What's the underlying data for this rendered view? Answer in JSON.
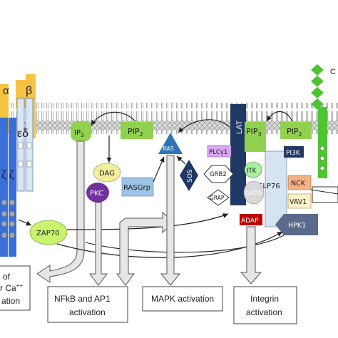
{
  "receptor": {
    "alpha": "α",
    "beta": "β",
    "epsilon_delta": "εδ",
    "zeta_chains": "ζ ζ",
    "cd_partial": "C"
  },
  "membrane_molecules": {
    "ip3": "IP",
    "ip3_sub": "3",
    "pip2_left": "PIP",
    "pip2_left_sub": "2",
    "pip3": "PIP",
    "pip3_sub": "3",
    "pip2_right": "PIP",
    "pip2_right_sub": "2",
    "lat": "LAT"
  },
  "nodes": {
    "dag": "DAG",
    "pkc": "PKC",
    "rasgrp": "RASGrp",
    "ras": "RAS",
    "sos": "SOS",
    "plcg1": "PLCγ1",
    "grb2": "GRB2",
    "grap": "GRAP",
    "itk": "ITK",
    "gads": "GADS",
    "slp76": "SLP76",
    "pi3k": "PI3K",
    "nck": "NCK",
    "vav1": "VAV1",
    "adap": "ADAP",
    "hpk1": "HPK1",
    "zap70": "ZAP70"
  },
  "outputs": {
    "calcium_line1": "of",
    "calcium_line2": "r Ca",
    "calcium_sup": "++",
    "calcium_line3": "ation",
    "nfkb_line1": "NFkB and AP1",
    "nfkb_line2": "activation",
    "mapk": "MAPK activation",
    "integrin_line1": "Integrin",
    "integrin_line2": "activation"
  },
  "colors": {
    "membrane_head": "#c8c8c8",
    "membrane_tail": "#9a9a9a",
    "tcr_alpha": "#f6c343",
    "tcr_blue": "#3b6fd8",
    "cd3_pale": "#d9e6f5",
    "cd_green": "#4fc433",
    "lat_navy": "#1f3864",
    "node_yellow": "#f3ee9a",
    "node_green": "#92d050",
    "node_pkc": "#7030a0",
    "node_blue": "#9dc3e6",
    "node_ras": "#2e75b6",
    "node_sos": "#1f3864",
    "node_plc": "#d9a7f0",
    "node_itk": "#a9f0a0",
    "node_gads": "#d9d9d9",
    "node_slp76": "#d6e4f0",
    "node_pi3k": "#1f3864",
    "node_nck": "#f4b183",
    "node_vav": "#fff2cc",
    "node_adap": "#c00000",
    "node_hpk": "#5b6a8c",
    "node_zap": "#c9f26d",
    "arrow_fill": "#e6e6e6",
    "arrow_stroke": "#555555",
    "line_dark": "#222222"
  }
}
